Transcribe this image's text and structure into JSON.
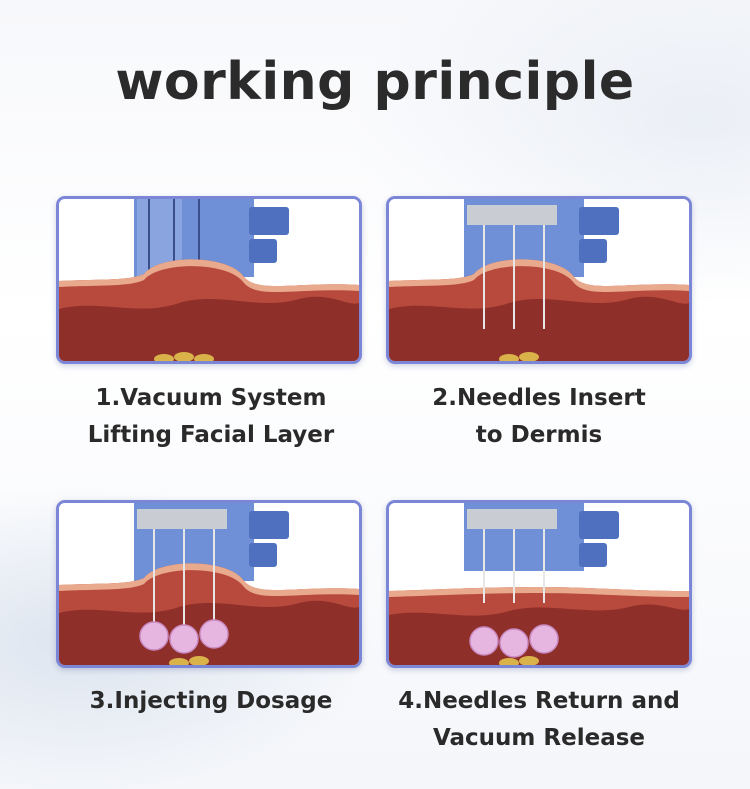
{
  "title": "working principle",
  "steps": [
    {
      "line1": "1.Vacuum System",
      "line2": "Lifting Facial Layer"
    },
    {
      "line1": "2.Needles Insert",
      "line2": "to Dermis"
    },
    {
      "line1": "3.Injecting Dosage",
      "line2": ""
    },
    {
      "line1": "4.Needles Return and",
      "line2": "Vacuum Release"
    }
  ],
  "colors": {
    "panel_border": "#7c86d6",
    "skin_dark": "#8f2f2a",
    "skin_mid": "#b84a3d",
    "device_blue": "#6f8fd6",
    "dosage_pink": "#e7b6e0"
  }
}
